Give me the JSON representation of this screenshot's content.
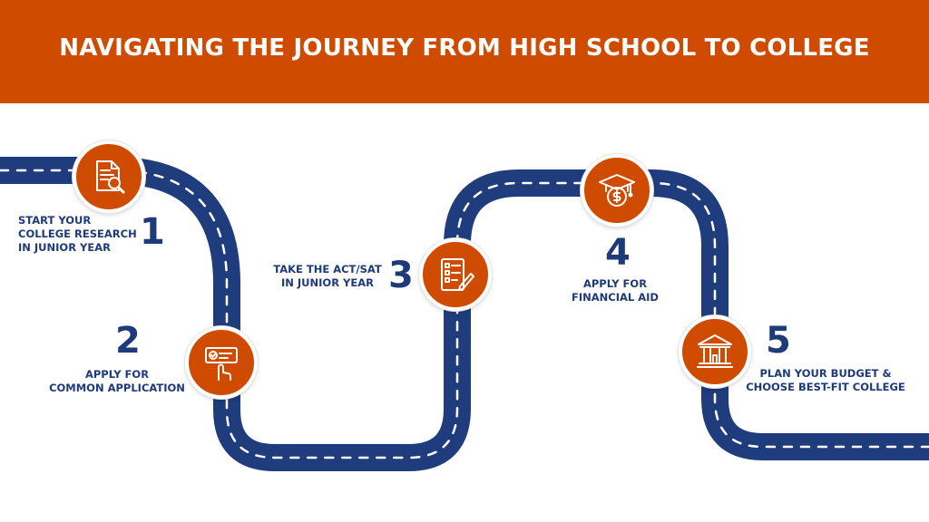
{
  "title": "NAVIGATING THE JOURNEY FROM HIGH SCHOOL TO COLLEGE",
  "colors": {
    "accent": "#cf4b00",
    "road": "#1f3c7d",
    "text": "#1d3a7a",
    "lane": "#ffffff"
  },
  "steps": [
    {
      "number": "1",
      "label": "START YOUR\nCOLLEGE RESEARCH\nIN JUNIOR YEAR",
      "icon": "document-search-icon"
    },
    {
      "number": "2",
      "label": "APPLY FOR\nCOMMON APPLICATION",
      "icon": "form-check-pointer-icon"
    },
    {
      "number": "3",
      "label": "TAKE THE ACT/SAT\nIN JUNIOR YEAR",
      "icon": "checklist-pencil-icon"
    },
    {
      "number": "4",
      "label": "APPLY FOR\nFINANCIAL AID",
      "icon": "graduation-dollar-icon"
    },
    {
      "number": "5",
      "label": "PLAN YOUR BUDGET &\nCHOOSE BEST-FIT COLLEGE",
      "icon": "college-building-icon"
    }
  ]
}
